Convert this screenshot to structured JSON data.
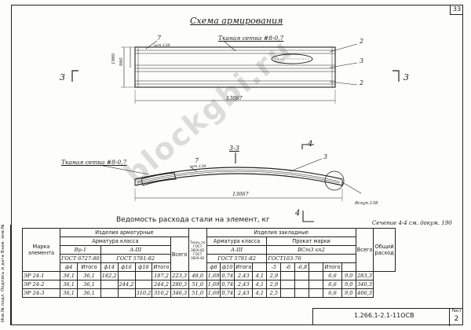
{
  "page_number": "33",
  "drawing": {
    "title": "Схема армирования",
    "mesh_label_top": "Тканая сетка #8-0,7",
    "mesh_label_side": "Тканая сетка #8-0,7",
    "callout_7": "7",
    "callout_2a": "2",
    "callout_3": "3",
    "callout_2b": "2",
    "callout_3b": "3",
    "callout_7b": "7",
    "weld_note": "шт.138",
    "weld_note_b": "шт.138",
    "weld_note_c": "Вскуп.138",
    "dim_1980": "1980",
    "dim_980": "980",
    "length_top": "13067",
    "length_side": "13067",
    "section_3_left": "3",
    "section_3_right": "3",
    "section_33": "3-3",
    "section_4_top": "4",
    "section_4_bottom": "4",
    "section_note": "Сечение 4-4 см. докум. 190"
  },
  "watermark": "blockgbi.ru",
  "side_strip": "Инв.№ подл. Подпись и дата Взам. инв.№",
  "table": {
    "caption": "Ведомость расхода стали на элемент, кг",
    "head_marka": "Марка элемента",
    "head_rebar": "Изделия арматурные",
    "head_embed": "Изделия закладные",
    "head_total": "Общий расход",
    "armature_class": "Арматура класса",
    "cls_vr": "Вр-1",
    "cls_a3": "А-III",
    "gost_vr": "ГОСТ 6727-80",
    "gost_a3": "ГОСТ 5781-82",
    "vsego": "Всего",
    "vert_note": "Ткань по ГОСТ 3826-82 ГОСТ 3826-82",
    "emb_armature": "Арматура класса",
    "emb_rolled": "Прокат марки",
    "emb_cls": "А-III",
    "emb_mark": "ВСт3 кп2",
    "emb_gost1": "ГОСТ 5781-82",
    "emb_gost2": "ГОСТ103-76",
    "itogo": "Итого",
    "diam": [
      "ф4",
      "ф14",
      "ф16",
      "ф18",
      "ф8",
      "ф10",
      "-5",
      "-6",
      "-6,8"
    ],
    "rows": [
      {
        "mark": "ЭР 24-1",
        "c1": "36,1",
        "c2": "36,1",
        "c3": "182,2",
        "c4": "",
        "c5": "",
        "c6": "187,2",
        "c7": "223,3",
        "c8": "48,0",
        "c9": "1,69",
        "c10": "0,74",
        "c11": "2,43",
        "c12": "4,1",
        "c13": "2,9",
        "c14": "6,6",
        "c15": "9,0",
        "c16": "283,3"
      },
      {
        "mark": "ЭР 24-2",
        "c1": "36,1",
        "c2": "36,1",
        "c3": "",
        "c4": "244,2",
        "c5": "",
        "c6": "244,2",
        "c7": "280,3",
        "c8": "51,0",
        "c9": "1,69",
        "c10": "0,74",
        "c11": "2,43",
        "c12": "4,1",
        "c13": "2,9",
        "c14": "6,6",
        "c15": "9,0",
        "c16": "340,3"
      },
      {
        "mark": "ЭР 24-3",
        "c1": "36,1",
        "c2": "36,1",
        "c3": "",
        "c4": "",
        "c5": "310,2",
        "c6": "310,2",
        "c7": "346,3",
        "c8": "51,0",
        "c9": "1,69",
        "c10": "0,74",
        "c11": "2,43",
        "c12": "4,1",
        "c13": "2,5",
        "c14": "6,6",
        "c15": "9,0",
        "c16": "406,3"
      }
    ]
  },
  "title_block": {
    "code": "1.266.1-2.1-11ОСВ",
    "sheet_label": "Лист",
    "sheet_no": "2"
  }
}
